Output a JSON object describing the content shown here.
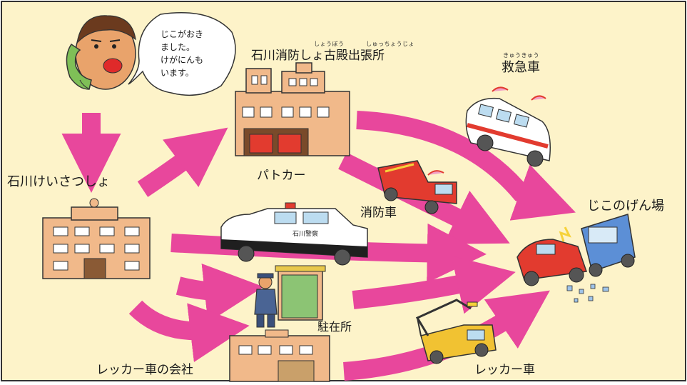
{
  "colors": {
    "background": "#fdf3c9",
    "arrow": "#e8479c",
    "border": "#333333"
  },
  "speech_bubble": {
    "lines": [
      "じこがおき",
      "ました。",
      "けがにんも",
      "います。"
    ]
  },
  "nodes": {
    "fire_station": {
      "label": "石川消防しょ古殿出張所",
      "ruby_left": "しょうぼう",
      "ruby_right": "しゅっちょうじょ"
    },
    "ambulance": {
      "label": "救急車",
      "ruby": "きゅうきゅう"
    },
    "police_station": {
      "label": "石川けいさつしょ"
    },
    "patrol_car": {
      "label": "パトカー",
      "door_text": "石川警察"
    },
    "fire_engine": {
      "label": "消防車"
    },
    "accident_site": {
      "label": "じこのげん場"
    },
    "police_box": {
      "label": "駐在所"
    },
    "tow_company": {
      "label": "レッカー車の会社"
    },
    "tow_truck": {
      "label": "レッカー車"
    }
  },
  "icons": [
    "caller-icon",
    "telephone-icon",
    "fire-station-icon",
    "ambulance-icon",
    "fire-engine-icon",
    "patrol-car-icon",
    "police-station-icon",
    "police-box-icon",
    "police-officer-icon",
    "tow-company-icon",
    "tow-truck-icon",
    "crashed-cars-icon"
  ]
}
